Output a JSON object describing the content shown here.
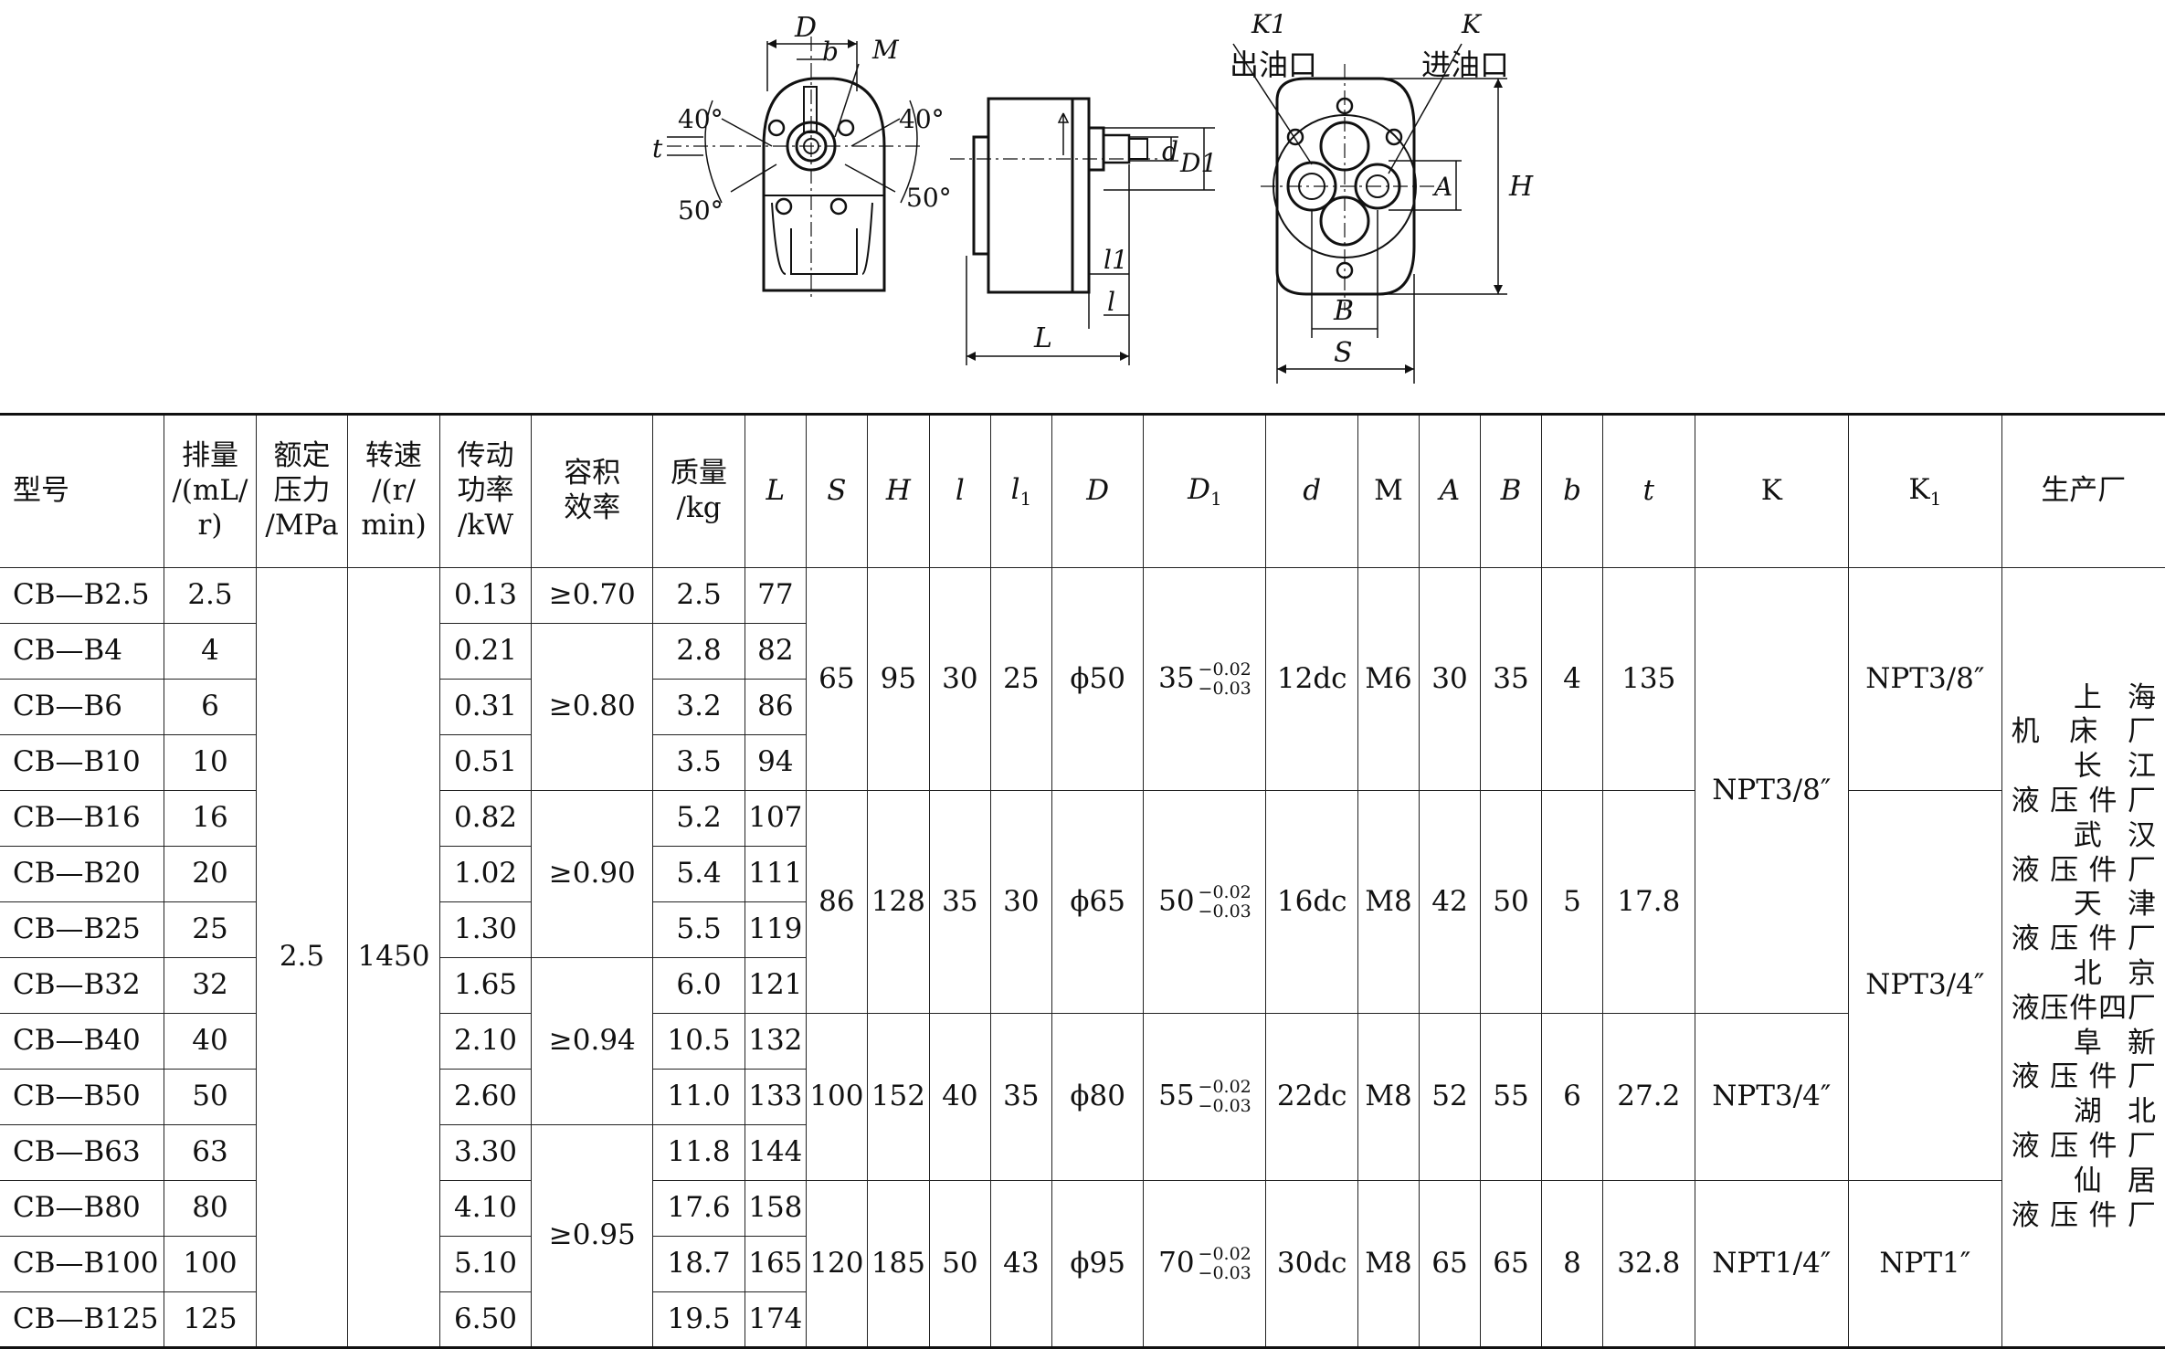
{
  "labels": {
    "D": "D",
    "b": "b",
    "M": "M",
    "t": "t",
    "a40": "40°",
    "a50": "50°",
    "d": "d",
    "D1": "D1",
    "l1": "l1",
    "l": "l",
    "L": "L",
    "K1": "K1",
    "K": "K",
    "out": "出油口",
    "in": "进油口",
    "A": "A",
    "H": "H",
    "B": "B",
    "S": "S"
  },
  "header": {
    "model": "型号",
    "disp": [
      "排量",
      "/(mL/",
      "r)"
    ],
    "pressure": [
      "额定",
      "压力",
      "/MPa"
    ],
    "speed": [
      "转速",
      "/(r/",
      "min)"
    ],
    "power": [
      "传动",
      "功率",
      "/kW"
    ],
    "eff": [
      "容积",
      "效率"
    ],
    "mass": [
      "质量",
      "/kg"
    ],
    "L": "L",
    "S": "S",
    "H": "H",
    "l": "l",
    "l1": "l",
    "l1sub": "1",
    "D": "D",
    "D1": "D",
    "D1sub": "1",
    "d": "d",
    "M": "M",
    "A": "A",
    "B": "B",
    "b": "b",
    "t": "t",
    "K": "K",
    "K1": "K",
    "K1sub": "1",
    "maker": "生产厂"
  },
  "rows": [
    {
      "model": "CB—B2.5",
      "disp": "2.5",
      "power": "0.13",
      "mass": "2.5",
      "L": "77"
    },
    {
      "model": "CB—B4",
      "disp": "4",
      "power": "0.21",
      "mass": "2.8",
      "L": "82"
    },
    {
      "model": "CB—B6",
      "disp": "6",
      "power": "0.31",
      "mass": "3.2",
      "L": "86"
    },
    {
      "model": "CB—B10",
      "disp": "10",
      "power": "0.51",
      "mass": "3.5",
      "L": "94"
    },
    {
      "model": "CB—B16",
      "disp": "16",
      "power": "0.82",
      "mass": "5.2",
      "L": "107"
    },
    {
      "model": "CB—B20",
      "disp": "20",
      "power": "1.02",
      "mass": "5.4",
      "L": "111"
    },
    {
      "model": "CB—B25",
      "disp": "25",
      "power": "1.30",
      "mass": "5.5",
      "L": "119"
    },
    {
      "model": "CB—B32",
      "disp": "32",
      "power": "1.65",
      "mass": "6.0",
      "L": "121"
    },
    {
      "model": "CB—B40",
      "disp": "40",
      "power": "2.10",
      "mass": "10.5",
      "L": "132"
    },
    {
      "model": "CB—B50",
      "disp": "50",
      "power": "2.60",
      "mass": "11.0",
      "L": "133"
    },
    {
      "model": "CB—B63",
      "disp": "63",
      "power": "3.30",
      "mass": "11.8",
      "L": "144"
    },
    {
      "model": "CB—B80",
      "disp": "80",
      "power": "4.10",
      "mass": "17.6",
      "L": "158"
    },
    {
      "model": "CB—B100",
      "disp": "100",
      "power": "5.10",
      "mass": "18.7",
      "L": "165"
    },
    {
      "model": "CB—B125",
      "disp": "125",
      "power": "6.50",
      "mass": "19.5",
      "L": "174"
    }
  ],
  "common": {
    "pressure": "2.5",
    "speed": "1450"
  },
  "eff": [
    "≥0.70",
    "≥0.80",
    "≥0.90",
    "≥0.94",
    "≥0.95"
  ],
  "groups": [
    {
      "S": "65",
      "H": "95",
      "l": "30",
      "l1": "25",
      "D": "ϕ50",
      "D1": "35",
      "tolUp": "−0.02",
      "tolLo": "−0.03",
      "d": "12dc",
      "M": "M6",
      "A": "30",
      "B": "35",
      "b": "4",
      "t": "135"
    },
    {
      "S": "86",
      "H": "128",
      "l": "35",
      "l1": "30",
      "D": "ϕ65",
      "D1": "50",
      "tolUp": "−0.02",
      "tolLo": "−0.03",
      "d": "16dc",
      "M": "M8",
      "A": "42",
      "B": "50",
      "b": "5",
      "t": "17.8"
    },
    {
      "S": "100",
      "H": "152",
      "l": "40",
      "l1": "35",
      "D": "ϕ80",
      "D1": "55",
      "tolUp": "−0.02",
      "tolLo": "−0.03",
      "d": "22dc",
      "M": "M8",
      "A": "52",
      "B": "55",
      "b": "6",
      "t": "27.2"
    },
    {
      "S": "120",
      "H": "185",
      "l": "50",
      "l1": "43",
      "D": "ϕ95",
      "D1": "70",
      "tolUp": "−0.02",
      "tolLo": "−0.03",
      "d": "30dc",
      "M": "M8",
      "A": "65",
      "B": "65",
      "b": "8",
      "t": "32.8"
    }
  ],
  "K": [
    "NPT3/8″",
    "NPT3/4″",
    "NPT1/4″"
  ],
  "K1": [
    "NPT3/8″",
    "NPT3/4″",
    "NPT1″"
  ],
  "makers": [
    "上海机床厂",
    "长江液压件厂",
    "武汉液压件厂",
    "天津液压件厂",
    "北京液压件四厂",
    "阜新液压件厂",
    "湖北液压件厂",
    "仙居液压件厂"
  ]
}
